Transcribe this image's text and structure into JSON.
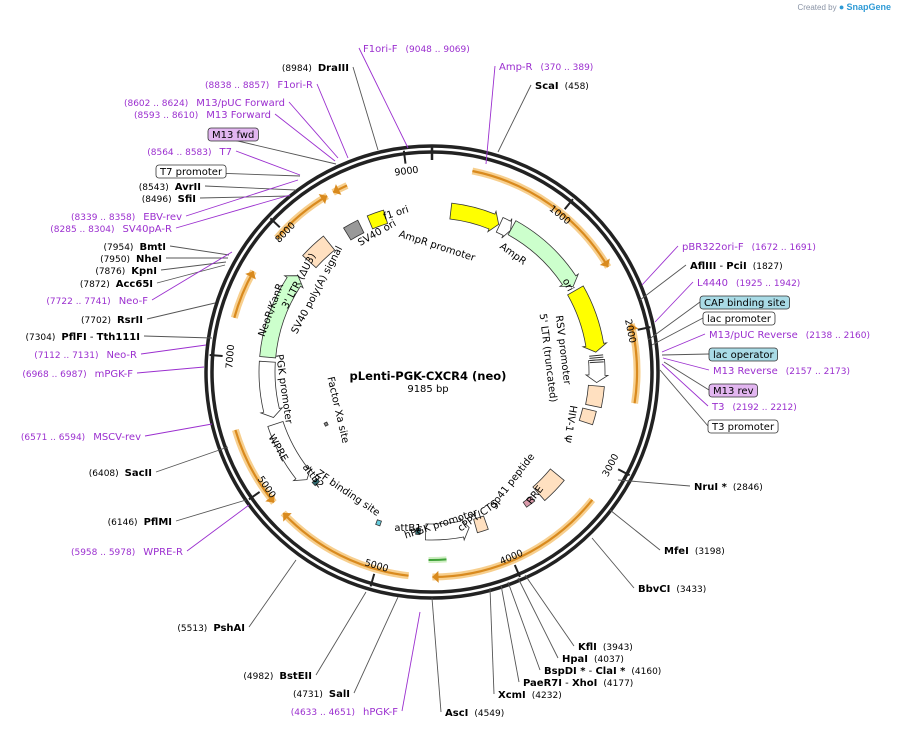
{
  "credit": {
    "prefix": "Created by",
    "brand": "SnapGene"
  },
  "plasmid": {
    "name": "pLenti-PGK-CXCR4 (neo)",
    "length": "9185 bp"
  },
  "ticks": [
    {
      "label": "1000",
      "bp": 1000
    },
    {
      "label": "2000",
      "bp": 2000
    },
    {
      "label": "3000",
      "bp": 3000
    },
    {
      "label": "4000",
      "bp": 4000
    },
    {
      "label": "5000",
      "bp": 5000
    },
    {
      "label": "5000",
      "bp": 6000
    },
    {
      "label": "7000",
      "bp": 7000
    },
    {
      "label": "8000",
      "bp": 8000
    },
    {
      "label": "9000",
      "bp": 9000
    }
  ],
  "features": [
    {
      "label": "f1 ori",
      "color": "#ffff00"
    },
    {
      "label": "AmpR promoter",
      "color": "#ffffff"
    },
    {
      "label": "AmpR",
      "color": "#ccffcc"
    },
    {
      "label": "ori",
      "color": "#ffff00"
    },
    {
      "label": "RSV promoter",
      "color": "#ffffff"
    },
    {
      "label": "5' LTR (truncated)",
      "color": "#ffe0c0"
    },
    {
      "label": "HIV-1 Ψ",
      "color": "#ffe0c0"
    },
    {
      "label": "RRE",
      "color": "#ffe0c0"
    },
    {
      "label": "gp41 peptide",
      "color": "#d99aaa"
    },
    {
      "label": "cPPT/CTS",
      "color": "#ffe0c0"
    },
    {
      "label": "hPGK promoter",
      "color": "#ffffff"
    },
    {
      "label": "attB1",
      "color": "#2e6b70"
    },
    {
      "label": "ZF binding site",
      "color": "#66ccdd"
    },
    {
      "label": "attB2",
      "color": "#2e6b70"
    },
    {
      "label": "WPRE",
      "color": "#ffffff"
    },
    {
      "label": "Factor Xa site",
      "color": "#888888"
    },
    {
      "label": "PGK promoter",
      "color": "#ffffff"
    },
    {
      "label": "NeoR/KanR",
      "color": "#ccffcc"
    },
    {
      "label": "3' LTR (ΔU3)",
      "color": "#ffe0c0"
    },
    {
      "label": "SV40 poly(A) signal",
      "color": "#999999"
    },
    {
      "label": "SV40 ori",
      "color": "#ffff00"
    }
  ],
  "sites": [
    {
      "name": "DraIII",
      "pos": "(8984)"
    },
    {
      "name": "ScaI",
      "pos": "(458)"
    },
    {
      "name": "AflIII",
      "sep": " - ",
      "name2": "PciI",
      "pos": "(1827)"
    },
    {
      "name": "NruI *",
      "pos": "(2846)"
    },
    {
      "name": "MfeI",
      "pos": "(3198)"
    },
    {
      "name": "BbvCI",
      "pos": "(3433)"
    },
    {
      "name": "KflI",
      "pos": "(3943)"
    },
    {
      "name": "HpaI",
      "pos": "(4037)"
    },
    {
      "name": "BspDI *",
      "sep": " - ",
      "name2": "ClaI *",
      "pos": "(4160)"
    },
    {
      "name": "PaeR7I",
      "sep": " - ",
      "name2": "XhoI",
      "pos": "(4177)"
    },
    {
      "name": "XcmI",
      "pos": "(4232)"
    },
    {
      "name": "AscI",
      "pos": "(4549)"
    },
    {
      "name": "SalI",
      "pos": "(4731)"
    },
    {
      "name": "BstEII",
      "pos": "(4982)"
    },
    {
      "name": "PshAI",
      "pos": "(5513)"
    },
    {
      "name": "PflMI",
      "pos": "(6146)"
    },
    {
      "name": "SacII",
      "pos": "(6408)"
    },
    {
      "name": "PflFI",
      "sep": " - ",
      "name2": "Tth111I",
      "pos": "(7304)"
    },
    {
      "name": "RsrII",
      "pos": "(7702)"
    },
    {
      "name": "Acc65I",
      "pos": "(7872)"
    },
    {
      "name": "KpnI",
      "pos": "(7876)"
    },
    {
      "name": "NheI",
      "pos": "(7950)"
    },
    {
      "name": "BmtI",
      "pos": "(7954)"
    },
    {
      "name": "SfiI",
      "pos": "(8496)"
    },
    {
      "name": "AvrII",
      "pos": "(8543)"
    }
  ],
  "primers": [
    {
      "name": "F1ori-F",
      "pos": "(9048 .. 9069)"
    },
    {
      "name": "Amp-R",
      "pos": "(370 .. 389)"
    },
    {
      "name": "pBR322ori-F",
      "pos": "(1672 .. 1691)"
    },
    {
      "name": "L4440",
      "pos": "(1925 .. 1942)"
    },
    {
      "name": "M13/pUC Reverse",
      "pos": "(2138 .. 2160)"
    },
    {
      "name": "M13 Reverse",
      "pos": "(2157 .. 2173)"
    },
    {
      "name": "T3",
      "pos": "(2192 .. 2212)"
    },
    {
      "name": "hPGK-F",
      "pos": "(4633 .. 4651)"
    },
    {
      "name": "WPRE-R",
      "pos": "(5958 .. 5978)"
    },
    {
      "name": "MSCV-rev",
      "pos": "(6571 .. 6594)"
    },
    {
      "name": "mPGK-F",
      "pos": "(6968 .. 6987)"
    },
    {
      "name": "Neo-R",
      "pos": "(7112 .. 7131)"
    },
    {
      "name": "Neo-F",
      "pos": "(7722 .. 7741)"
    },
    {
      "name": "SV40pA-R",
      "pos": "(8285 .. 8304)"
    },
    {
      "name": "EBV-rev",
      "pos": "(8339 .. 8358)"
    },
    {
      "name": "T7",
      "pos": "(8564 .. 8583)"
    },
    {
      "name": "M13 Forward",
      "pos": "(8593 .. 8610)"
    },
    {
      "name": "M13/pUC Forward",
      "pos": "(8602 .. 8624)"
    },
    {
      "name": "F1ori-R",
      "pos": "(8838 .. 8857)"
    }
  ],
  "boxed": [
    {
      "label": "M13 fwd",
      "fill": "#e2b6f0"
    },
    {
      "label": "T7 promoter",
      "fill": "#ffffff"
    },
    {
      "label": "CAP binding site",
      "fill": "#a9dbe6"
    },
    {
      "label": "lac promoter",
      "fill": "#ffffff"
    },
    {
      "label": "lac operator",
      "fill": "#a9dbe6"
    },
    {
      "label": "M13 rev",
      "fill": "#e2b6f0"
    },
    {
      "label": "T3 promoter",
      "fill": "#ffffff"
    }
  ]
}
